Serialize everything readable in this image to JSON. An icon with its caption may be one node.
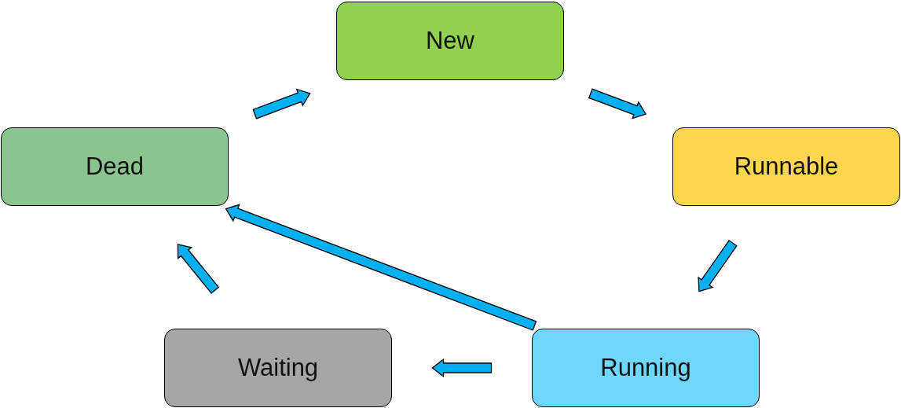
{
  "diagram": {
    "nodes": [
      {
        "text": [
          "New"
        ]
      },
      {
        "text": [
          "Runnable"
        ]
      },
      {
        "text": [
          "Running"
        ]
      },
      {
        "text": [
          "Waiting"
        ]
      },
      {
        "text": [
          "Dead"
        ]
      }
    ],
    "edges": [
      {
        "from": 0,
        "to": 1,
        "arrow": "to"
      },
      {
        "from": 1,
        "to": 2,
        "arrow": "to"
      },
      {
        "from": 2,
        "to": 3,
        "arrow": "to"
      },
      {
        "from": 3,
        "to": 4,
        "arrow": "to"
      },
      {
        "from": 2,
        "to": 4,
        "arrow": "to"
      },
      {
        "from": 4,
        "to": 0,
        "arrow": "to"
      }
    ]
  }
}
